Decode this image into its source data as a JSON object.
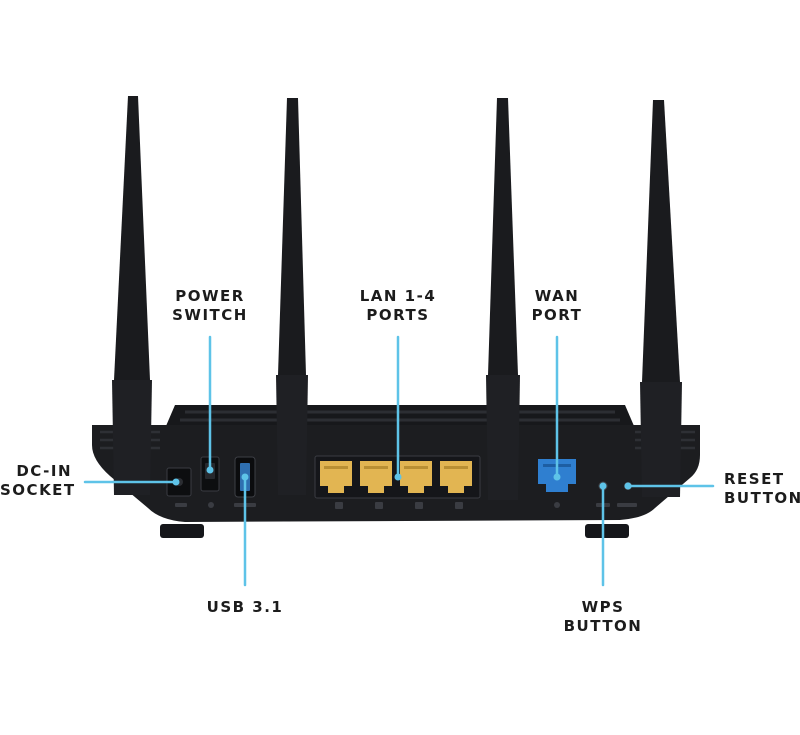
{
  "callouts": {
    "dc_in": [
      "DC-IN",
      "SOCKET"
    ],
    "power_switch": [
      "POWER",
      "SWITCH"
    ],
    "lan": [
      "LAN 1-4",
      "PORTS"
    ],
    "wan": [
      "WAN",
      "PORT"
    ],
    "reset": [
      "RESET",
      "BUTTON"
    ],
    "usb": [
      "USB 3.1"
    ],
    "wps": [
      "WPS",
      "BUTTON"
    ]
  },
  "colors": {
    "callout_line": "#5ec3e8",
    "router_body": "#1c1d20",
    "lan_ports": "#e2b552",
    "wan_port": "#2f7fd0"
  },
  "device_icons": [
    "router-body",
    "antenna",
    "lan-port",
    "wan-port",
    "usb-port",
    "power-switch",
    "dc-in-socket",
    "wps-button",
    "reset-button"
  ]
}
